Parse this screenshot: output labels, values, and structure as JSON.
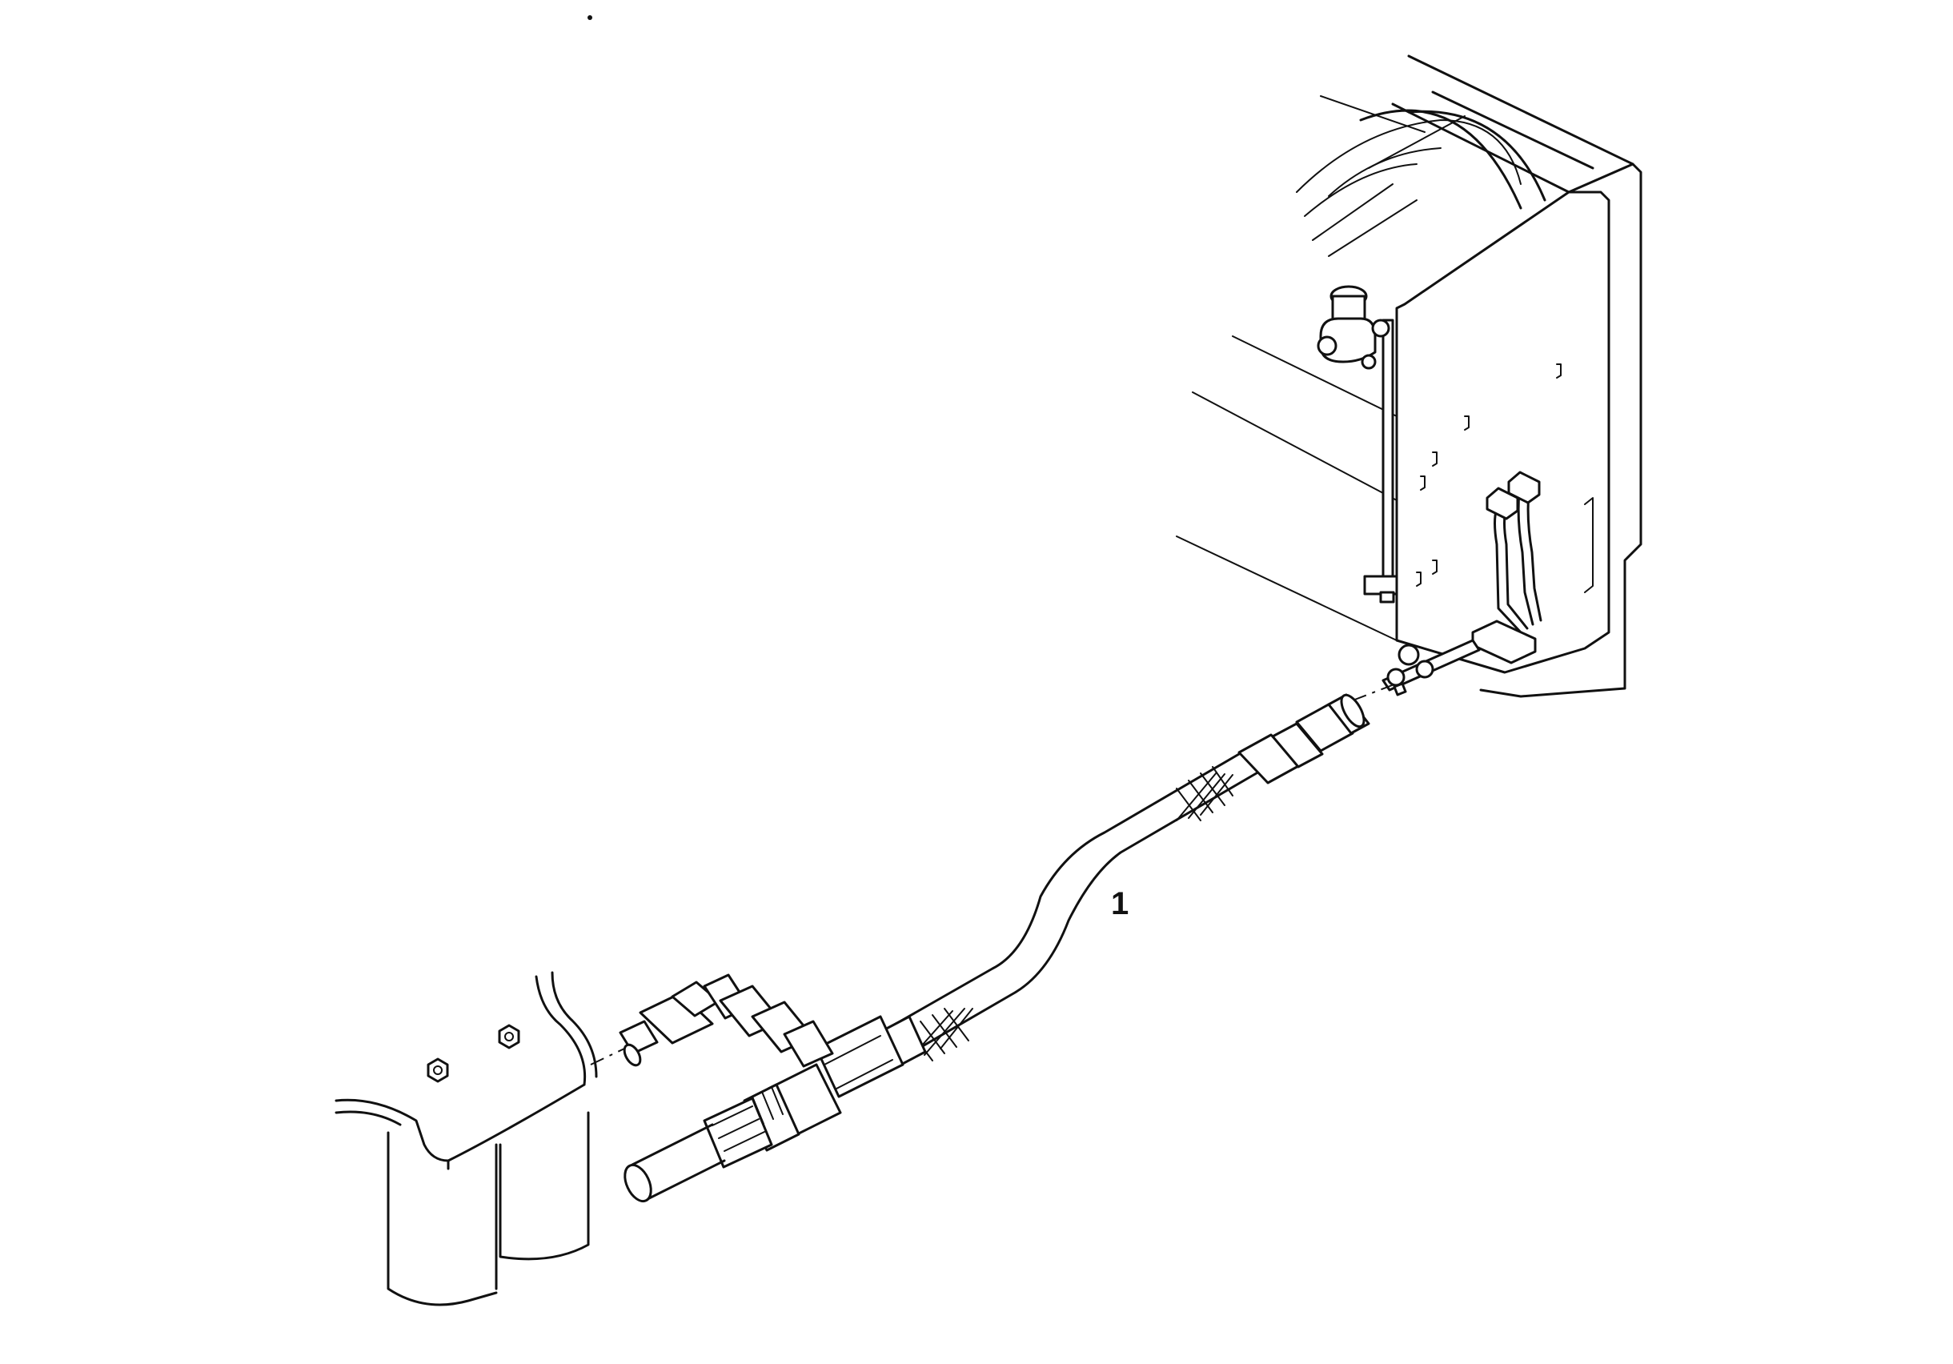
{
  "diagram": {
    "callouts": [
      {
        "id": "1",
        "label": "1"
      }
    ],
    "components": [
      "heater-unit",
      "shutoff-valve",
      "fuel-lines",
      "flexible-fuel-hose",
      "elbow-fitting",
      "fuel-filter",
      "supply-tube"
    ]
  }
}
